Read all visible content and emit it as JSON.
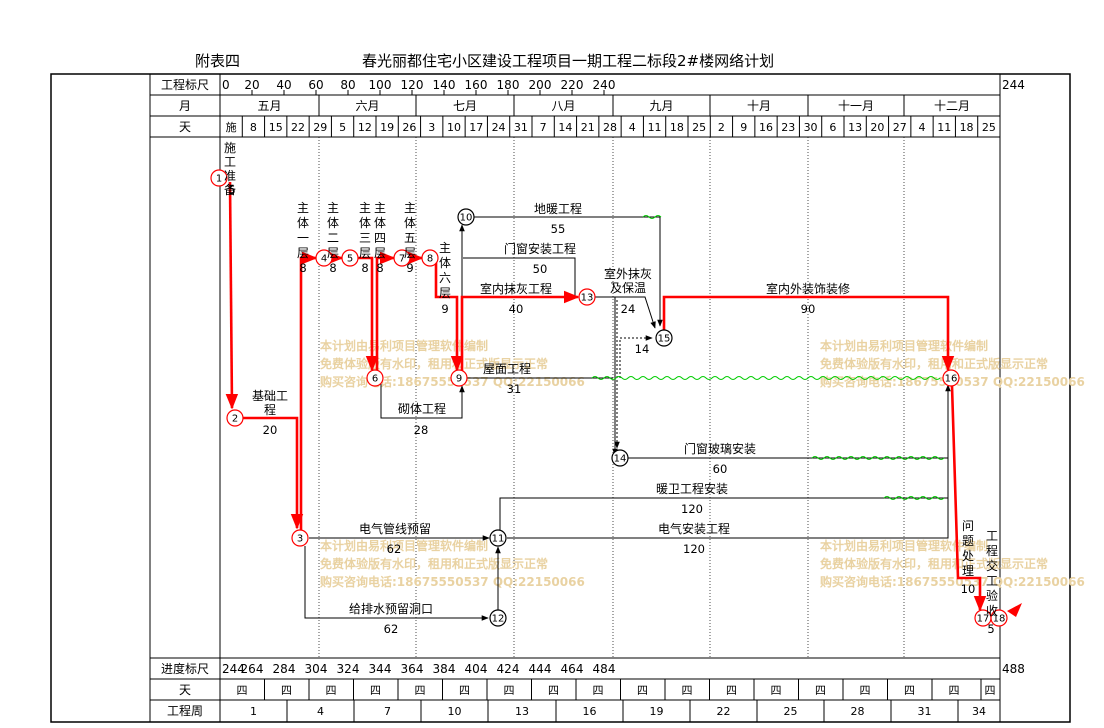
{
  "header": {
    "appendix": "附表四",
    "title": "春光丽都住宅小区建设工程项目一期工程二标段2#楼网络计划"
  },
  "top_rows": {
    "scale_label": "工程标尺",
    "scale_ticks": [
      "0",
      "20",
      "40",
      "60",
      "80",
      "100",
      "120",
      "140",
      "160",
      "180",
      "200",
      "220",
      "240"
    ],
    "scale_end": "244",
    "month_label": "月",
    "months": [
      "五月",
      "六月",
      "七月",
      "八月",
      "九月",
      "十月",
      "十一月",
      "十二月"
    ],
    "day_label": "天",
    "days": [
      "施",
      "8",
      "15",
      "22",
      "29",
      "5",
      "12",
      "19",
      "26",
      "3",
      "10",
      "17",
      "24",
      "31",
      "7",
      "14",
      "21",
      "28",
      "4",
      "11",
      "18",
      "25",
      "2",
      "9",
      "16",
      "23",
      "30",
      "6",
      "13",
      "20",
      "27",
      "4",
      "11",
      "18",
      "25"
    ]
  },
  "bottom_rows": {
    "progress_label": "进度标尺",
    "progress_ticks": [
      "244",
      "264",
      "284",
      "304",
      "324",
      "344",
      "364",
      "384",
      "404",
      "424",
      "444",
      "464",
      "484"
    ],
    "progress_end": "488",
    "day_label": "天",
    "weekday": "四",
    "week_label": "工程周",
    "weeks": [
      "1",
      "4",
      "7",
      "10",
      "13",
      "16",
      "19",
      "22",
      "25",
      "28",
      "31",
      "34"
    ]
  },
  "nodes": [
    "1",
    "2",
    "3",
    "4",
    "5",
    "6",
    "7",
    "8",
    "9",
    "10",
    "11",
    "12",
    "13",
    "14",
    "15",
    "16",
    "17",
    "18"
  ],
  "tasks": {
    "prep": {
      "name": "施工准备",
      "duration": "5"
    },
    "foundation": {
      "name": "基础工程",
      "duration": "20"
    },
    "floor1": {
      "name": "主体一层",
      "duration": "8"
    },
    "floor2": {
      "name": "主体二层",
      "duration": "8"
    },
    "floor3": {
      "name": "主体三层",
      "duration": "8"
    },
    "floor4": {
      "name": "主体四层",
      "duration": "8"
    },
    "floor5": {
      "name": "主体五层",
      "duration": "9"
    },
    "floor6": {
      "name": "主体六层",
      "duration": "9"
    },
    "floor_heating": {
      "name": "地暖工程",
      "duration": "55"
    },
    "door_window": {
      "name": "门窗安装工程",
      "duration": "50"
    },
    "indoor_plaster": {
      "name": "室内抹灰工程",
      "duration": "40"
    },
    "outdoor_plaster": {
      "name": "室外抹灰及保温",
      "duration": "24"
    },
    "facade": {
      "name": "室内外装饰装修",
      "duration": "90"
    },
    "dummy": {
      "duration": "14"
    },
    "roof": {
      "name": "屋面工程",
      "duration": "31"
    },
    "masonry": {
      "name": "砌体工程",
      "duration": "28"
    },
    "glass": {
      "name": "门窗玻璃安装",
      "duration": "60"
    },
    "plumbing": {
      "name": "暖卫工程安装",
      "duration": "120"
    },
    "electric_pipe": {
      "name": "电气管线预留",
      "duration": "62"
    },
    "electric": {
      "name": "电气安装工程",
      "duration": "120"
    },
    "drain": {
      "name": "给排水预留洞口",
      "duration": "62"
    },
    "issues": {
      "name": "问题处理",
      "duration": "10"
    },
    "handover": {
      "name": "工程交工验收",
      "duration": "5"
    }
  },
  "watermark": {
    "line1": "本计划由易利项目管理软件编制",
    "line2": "免费体验版有水印，租用和正式版显示正常",
    "line3": "购买咨询电话:18675550537 QQ:22150066"
  },
  "colors": {
    "critical": "#ff0000",
    "normal": "#000000",
    "float": "#00cc00",
    "watermark": "#e9d2a2"
  }
}
